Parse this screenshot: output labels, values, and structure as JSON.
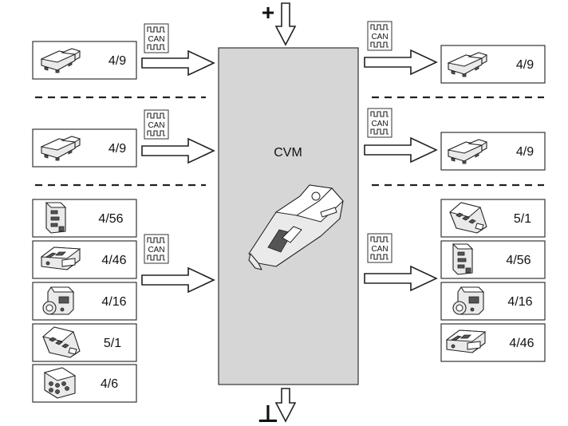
{
  "module": {
    "label": "CVM",
    "fill": "#d6d6d6"
  },
  "power": {
    "positive_symbol": "+",
    "ground_symbol": "⊥"
  },
  "bus": {
    "label": "CAN"
  },
  "left_groups": [
    {
      "items": [
        {
          "label": "4/9",
          "icon": "control-unit-icon"
        }
      ]
    },
    {
      "items": [
        {
          "label": "4/9",
          "icon": "control-unit-icon"
        }
      ]
    },
    {
      "items": [
        {
          "label": "4/56",
          "icon": "control-module-icon"
        },
        {
          "label": "4/46",
          "icon": "brake-module-icon"
        },
        {
          "label": "4/16",
          "icon": "abs-unit-icon"
        },
        {
          "label": "5/1",
          "icon": "switch-panel-icon"
        },
        {
          "label": "4/6",
          "icon": "keypad-module-icon"
        }
      ]
    }
  ],
  "right_groups": [
    {
      "items": [
        {
          "label": "4/9",
          "icon": "control-unit-icon"
        }
      ]
    },
    {
      "items": [
        {
          "label": "4/9",
          "icon": "control-unit-icon"
        }
      ]
    },
    {
      "items": [
        {
          "label": "5/1",
          "icon": "switch-panel-icon"
        },
        {
          "label": "4/56",
          "icon": "control-module-icon"
        },
        {
          "label": "4/16",
          "icon": "abs-unit-icon"
        },
        {
          "label": "4/46",
          "icon": "brake-module-icon"
        }
      ]
    }
  ]
}
